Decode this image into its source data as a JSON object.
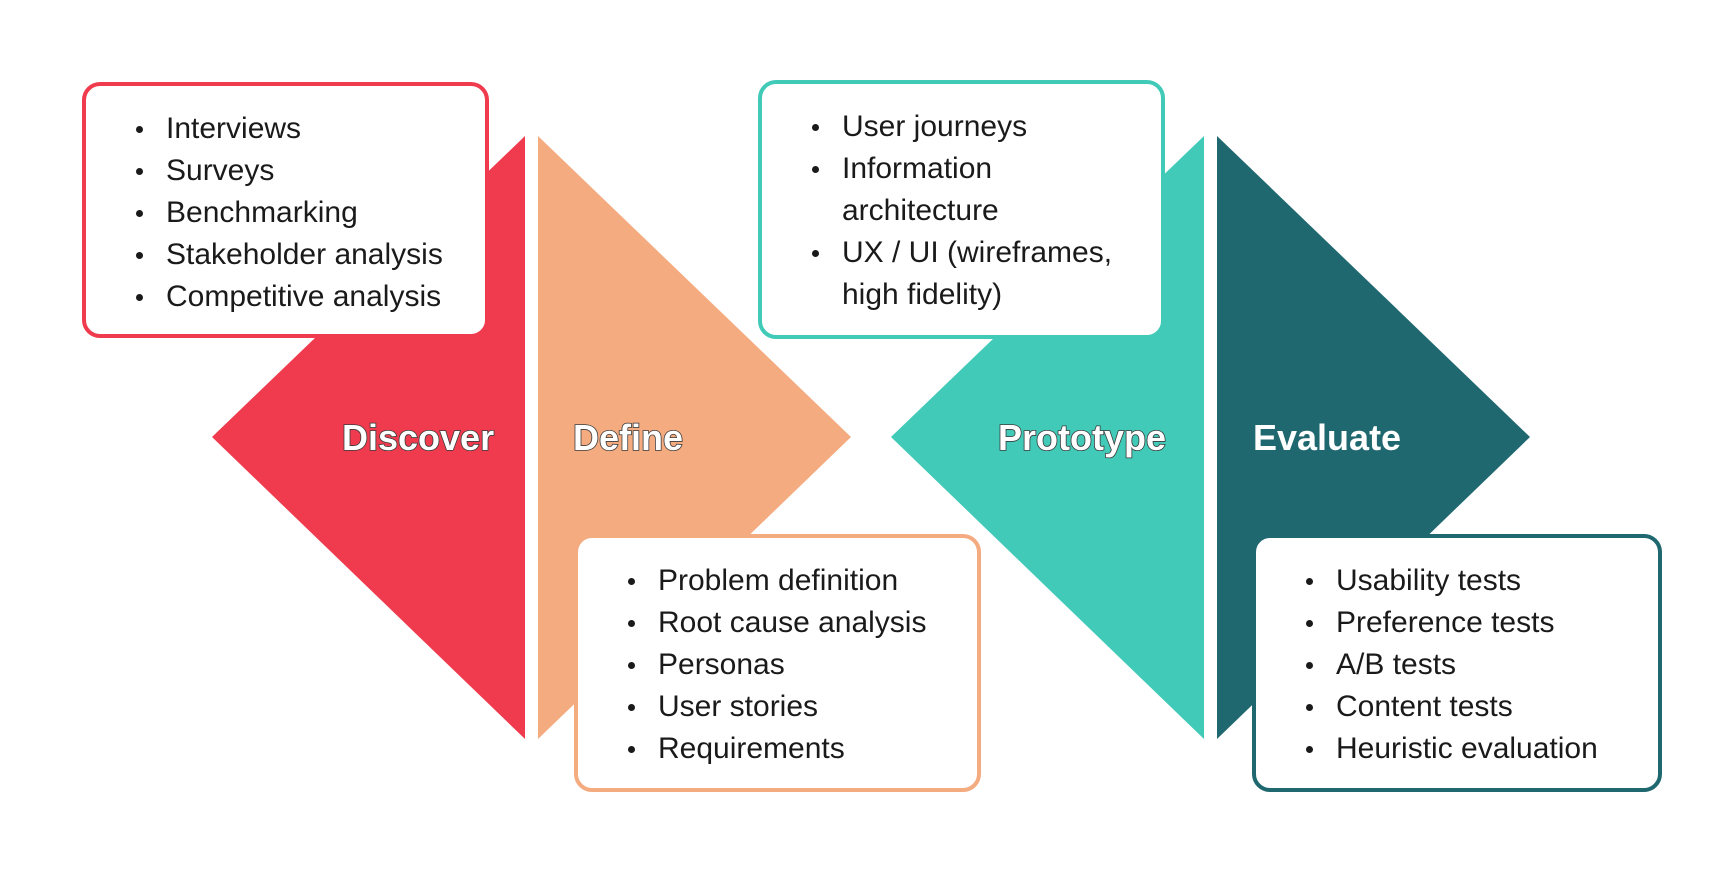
{
  "colors": {
    "discover": "#ef3b4d",
    "define": "#f4ab80",
    "prototype": "#40cab7",
    "evaluate": "#206870"
  },
  "phases": [
    {
      "label": "Discover"
    },
    {
      "label": "Define"
    },
    {
      "label": "Prototype"
    },
    {
      "label": "Evaluate"
    }
  ],
  "cards": {
    "discover": [
      "Interviews",
      "Surveys",
      "Benchmarking",
      "Stakeholder analysis",
      "Competitive analysis"
    ],
    "define": [
      "Problem definition",
      "Root cause analysis",
      "Personas",
      "User stories",
      "Requirements"
    ],
    "prototype": [
      "User journeys",
      "Information",
      "architecture",
      "UX / UI (wireframes,",
      "high fidelity)"
    ],
    "evaluate": [
      "Usability tests",
      "Preference tests",
      "A/B tests",
      "Content tests",
      "Heuristic evaluation"
    ]
  }
}
